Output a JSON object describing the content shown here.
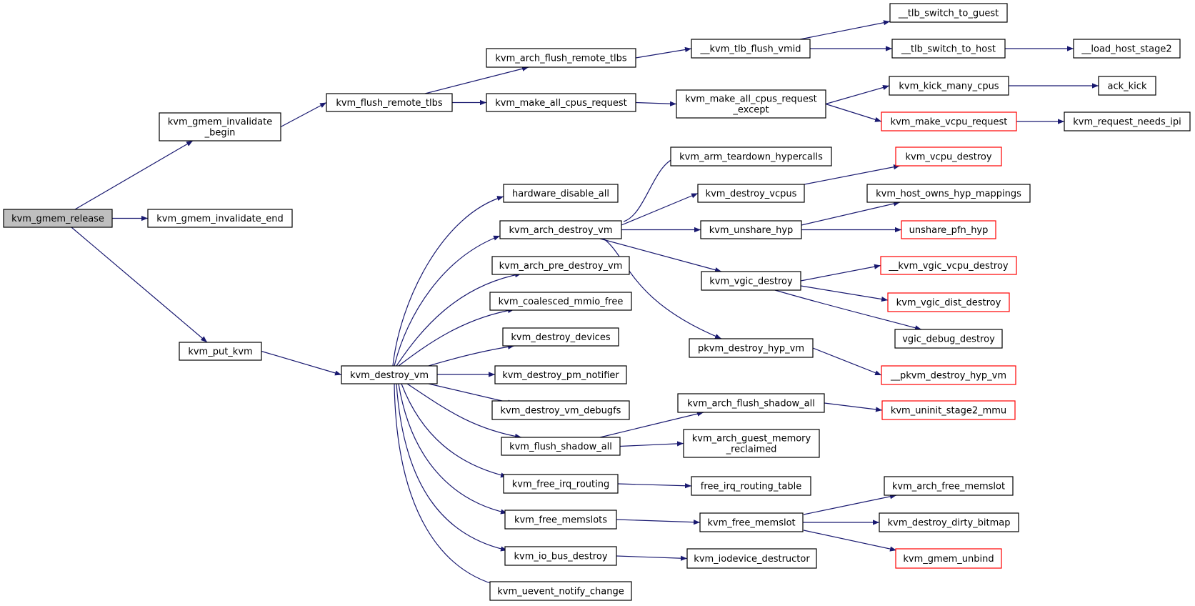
{
  "colors": {
    "edge": "#191970",
    "box_border": "#000000",
    "truncated_border": "#ff0000",
    "root_fill": "#bfbfbf",
    "box_fill": "#ffffff"
  },
  "nodes": {
    "kvm_gmem_release": {
      "lines": [
        "kvm_gmem_release"
      ],
      "kind": "root"
    },
    "kvm_gmem_invalidate_begin": {
      "lines": [
        "kvm_gmem_invalidate",
        "_begin"
      ],
      "kind": "normal"
    },
    "kvm_gmem_invalidate_end": {
      "lines": [
        "kvm_gmem_invalidate_end"
      ],
      "kind": "normal"
    },
    "kvm_put_kvm": {
      "lines": [
        "kvm_put_kvm"
      ],
      "kind": "normal"
    },
    "kvm_flush_remote_tlbs": {
      "lines": [
        "kvm_flush_remote_tlbs"
      ],
      "kind": "normal"
    },
    "kvm_arch_flush_remote_tlbs": {
      "lines": [
        "kvm_arch_flush_remote_tlbs"
      ],
      "kind": "normal"
    },
    "kvm_make_all_cpus_request": {
      "lines": [
        "kvm_make_all_cpus_request"
      ],
      "kind": "normal"
    },
    "__kvm_tlb_flush_vmid": {
      "lines": [
        "__kvm_tlb_flush_vmid"
      ],
      "kind": "normal"
    },
    "kvm_make_all_cpus_request_except": {
      "lines": [
        "kvm_make_all_cpus_request",
        "_except"
      ],
      "kind": "normal"
    },
    "__tlb_switch_to_guest": {
      "lines": [
        "__tlb_switch_to_guest"
      ],
      "kind": "normal"
    },
    "__tlb_switch_to_host": {
      "lines": [
        "__tlb_switch_to_host"
      ],
      "kind": "normal"
    },
    "__load_host_stage2": {
      "lines": [
        "__load_host_stage2"
      ],
      "kind": "normal"
    },
    "kvm_kick_many_cpus": {
      "lines": [
        "kvm_kick_many_cpus"
      ],
      "kind": "normal"
    },
    "ack_kick": {
      "lines": [
        "ack_kick"
      ],
      "kind": "normal"
    },
    "kvm_make_vcpu_request": {
      "lines": [
        "kvm_make_vcpu_request"
      ],
      "kind": "truncated"
    },
    "kvm_request_needs_ipi": {
      "lines": [
        "kvm_request_needs_ipi"
      ],
      "kind": "normal"
    },
    "kvm_destroy_vm": {
      "lines": [
        "kvm_destroy_vm"
      ],
      "kind": "normal"
    },
    "hardware_disable_all": {
      "lines": [
        "hardware_disable_all"
      ],
      "kind": "normal"
    },
    "kvm_arch_destroy_vm": {
      "lines": [
        "kvm_arch_destroy_vm"
      ],
      "kind": "normal"
    },
    "kvm_arch_pre_destroy_vm": {
      "lines": [
        "kvm_arch_pre_destroy_vm"
      ],
      "kind": "normal"
    },
    "kvm_coalesced_mmio_free": {
      "lines": [
        "kvm_coalesced_mmio_free"
      ],
      "kind": "normal"
    },
    "kvm_destroy_devices": {
      "lines": [
        "kvm_destroy_devices"
      ],
      "kind": "normal"
    },
    "kvm_destroy_pm_notifier": {
      "lines": [
        "kvm_destroy_pm_notifier"
      ],
      "kind": "normal"
    },
    "kvm_destroy_vm_debugfs": {
      "lines": [
        "kvm_destroy_vm_debugfs"
      ],
      "kind": "normal"
    },
    "kvm_flush_shadow_all": {
      "lines": [
        "kvm_flush_shadow_all"
      ],
      "kind": "normal"
    },
    "kvm_free_irq_routing": {
      "lines": [
        "kvm_free_irq_routing"
      ],
      "kind": "normal"
    },
    "kvm_free_memslots": {
      "lines": [
        "kvm_free_memslots"
      ],
      "kind": "normal"
    },
    "kvm_io_bus_destroy": {
      "lines": [
        "kvm_io_bus_destroy"
      ],
      "kind": "normal"
    },
    "kvm_uevent_notify_change": {
      "lines": [
        "kvm_uevent_notify_change"
      ],
      "kind": "normal"
    },
    "kvm_arm_teardown_hypercalls": {
      "lines": [
        "kvm_arm_teardown_hypercalls"
      ],
      "kind": "normal"
    },
    "kvm_destroy_vcpus": {
      "lines": [
        "kvm_destroy_vcpus"
      ],
      "kind": "normal"
    },
    "kvm_unshare_hyp": {
      "lines": [
        "kvm_unshare_hyp"
      ],
      "kind": "normal"
    },
    "kvm_vgic_destroy": {
      "lines": [
        "kvm_vgic_destroy"
      ],
      "kind": "normal"
    },
    "pkvm_destroy_hyp_vm": {
      "lines": [
        "pkvm_destroy_hyp_vm"
      ],
      "kind": "normal"
    },
    "kvm_vcpu_destroy": {
      "lines": [
        "kvm_vcpu_destroy"
      ],
      "kind": "truncated"
    },
    "kvm_host_owns_hyp_mappings": {
      "lines": [
        "kvm_host_owns_hyp_mappings"
      ],
      "kind": "normal"
    },
    "unshare_pfn_hyp": {
      "lines": [
        "unshare_pfn_hyp"
      ],
      "kind": "truncated"
    },
    "__kvm_vgic_vcpu_destroy": {
      "lines": [
        "__kvm_vgic_vcpu_destroy"
      ],
      "kind": "truncated"
    },
    "kvm_vgic_dist_destroy": {
      "lines": [
        "kvm_vgic_dist_destroy"
      ],
      "kind": "truncated"
    },
    "vgic_debug_destroy": {
      "lines": [
        "vgic_debug_destroy"
      ],
      "kind": "normal"
    },
    "__pkvm_destroy_hyp_vm": {
      "lines": [
        "__pkvm_destroy_hyp_vm"
      ],
      "kind": "truncated"
    },
    "kvm_arch_flush_shadow_all": {
      "lines": [
        "kvm_arch_flush_shadow_all"
      ],
      "kind": "normal"
    },
    "kvm_arch_guest_memory_reclaimed": {
      "lines": [
        "kvm_arch_guest_memory",
        "_reclaimed"
      ],
      "kind": "normal"
    },
    "kvm_uninit_stage2_mmu": {
      "lines": [
        "kvm_uninit_stage2_mmu"
      ],
      "kind": "truncated"
    },
    "free_irq_routing_table": {
      "lines": [
        "free_irq_routing_table"
      ],
      "kind": "normal"
    },
    "kvm_free_memslot": {
      "lines": [
        "kvm_free_memslot"
      ],
      "kind": "normal"
    },
    "kvm_arch_free_memslot": {
      "lines": [
        "kvm_arch_free_memslot"
      ],
      "kind": "normal"
    },
    "kvm_destroy_dirty_bitmap": {
      "lines": [
        "kvm_destroy_dirty_bitmap"
      ],
      "kind": "normal"
    },
    "kvm_gmem_unbind": {
      "lines": [
        "kvm_gmem_unbind"
      ],
      "kind": "truncated"
    },
    "kvm_iodevice_destructor": {
      "lines": [
        "kvm_iodevice_destructor"
      ],
      "kind": "normal"
    }
  },
  "edges": [
    [
      "kvm_gmem_release",
      "kvm_gmem_invalidate_begin"
    ],
    [
      "kvm_gmem_release",
      "kvm_gmem_invalidate_end"
    ],
    [
      "kvm_gmem_release",
      "kvm_put_kvm"
    ],
    [
      "kvm_gmem_invalidate_begin",
      "kvm_flush_remote_tlbs"
    ],
    [
      "kvm_flush_remote_tlbs",
      "kvm_arch_flush_remote_tlbs"
    ],
    [
      "kvm_flush_remote_tlbs",
      "kvm_make_all_cpus_request"
    ],
    [
      "kvm_arch_flush_remote_tlbs",
      "__kvm_tlb_flush_vmid"
    ],
    [
      "__kvm_tlb_flush_vmid",
      "__tlb_switch_to_guest"
    ],
    [
      "__kvm_tlb_flush_vmid",
      "__tlb_switch_to_host"
    ],
    [
      "__tlb_switch_to_host",
      "__load_host_stage2"
    ],
    [
      "kvm_make_all_cpus_request",
      "kvm_make_all_cpus_request_except"
    ],
    [
      "kvm_make_all_cpus_request_except",
      "kvm_kick_many_cpus"
    ],
    [
      "kvm_make_all_cpus_request_except",
      "kvm_make_vcpu_request"
    ],
    [
      "kvm_kick_many_cpus",
      "ack_kick"
    ],
    [
      "kvm_make_vcpu_request",
      "kvm_request_needs_ipi"
    ],
    [
      "kvm_put_kvm",
      "kvm_destroy_vm"
    ],
    [
      "kvm_destroy_vm",
      "hardware_disable_all"
    ],
    [
      "kvm_destroy_vm",
      "kvm_arch_destroy_vm"
    ],
    [
      "kvm_destroy_vm",
      "kvm_arch_pre_destroy_vm"
    ],
    [
      "kvm_destroy_vm",
      "kvm_coalesced_mmio_free"
    ],
    [
      "kvm_destroy_vm",
      "kvm_destroy_devices"
    ],
    [
      "kvm_destroy_vm",
      "kvm_destroy_pm_notifier"
    ],
    [
      "kvm_destroy_vm",
      "kvm_destroy_vm_debugfs"
    ],
    [
      "kvm_destroy_vm",
      "kvm_flush_shadow_all"
    ],
    [
      "kvm_destroy_vm",
      "kvm_free_irq_routing"
    ],
    [
      "kvm_destroy_vm",
      "kvm_free_memslots"
    ],
    [
      "kvm_destroy_vm",
      "kvm_io_bus_destroy"
    ],
    [
      "kvm_destroy_vm",
      "kvm_uevent_notify_change"
    ],
    [
      "kvm_arch_destroy_vm",
      "kvm_arm_teardown_hypercalls"
    ],
    [
      "kvm_arch_destroy_vm",
      "kvm_destroy_vcpus"
    ],
    [
      "kvm_arch_destroy_vm",
      "kvm_unshare_hyp"
    ],
    [
      "kvm_arch_destroy_vm",
      "kvm_vgic_destroy"
    ],
    [
      "kvm_arch_destroy_vm",
      "pkvm_destroy_hyp_vm"
    ],
    [
      "kvm_destroy_vcpus",
      "kvm_vcpu_destroy"
    ],
    [
      "kvm_unshare_hyp",
      "kvm_host_owns_hyp_mappings"
    ],
    [
      "kvm_unshare_hyp",
      "unshare_pfn_hyp"
    ],
    [
      "kvm_vgic_destroy",
      "__kvm_vgic_vcpu_destroy"
    ],
    [
      "kvm_vgic_destroy",
      "kvm_vgic_dist_destroy"
    ],
    [
      "kvm_vgic_destroy",
      "vgic_debug_destroy"
    ],
    [
      "pkvm_destroy_hyp_vm",
      "__pkvm_destroy_hyp_vm"
    ],
    [
      "kvm_flush_shadow_all",
      "kvm_arch_flush_shadow_all"
    ],
    [
      "kvm_flush_shadow_all",
      "kvm_arch_guest_memory_reclaimed"
    ],
    [
      "kvm_arch_flush_shadow_all",
      "kvm_uninit_stage2_mmu"
    ],
    [
      "kvm_free_irq_routing",
      "free_irq_routing_table"
    ],
    [
      "kvm_free_memslots",
      "kvm_free_memslot"
    ],
    [
      "kvm_free_memslot",
      "kvm_arch_free_memslot"
    ],
    [
      "kvm_free_memslot",
      "kvm_destroy_dirty_bitmap"
    ],
    [
      "kvm_free_memslot",
      "kvm_gmem_unbind"
    ],
    [
      "kvm_io_bus_destroy",
      "kvm_iodevice_destructor"
    ]
  ]
}
